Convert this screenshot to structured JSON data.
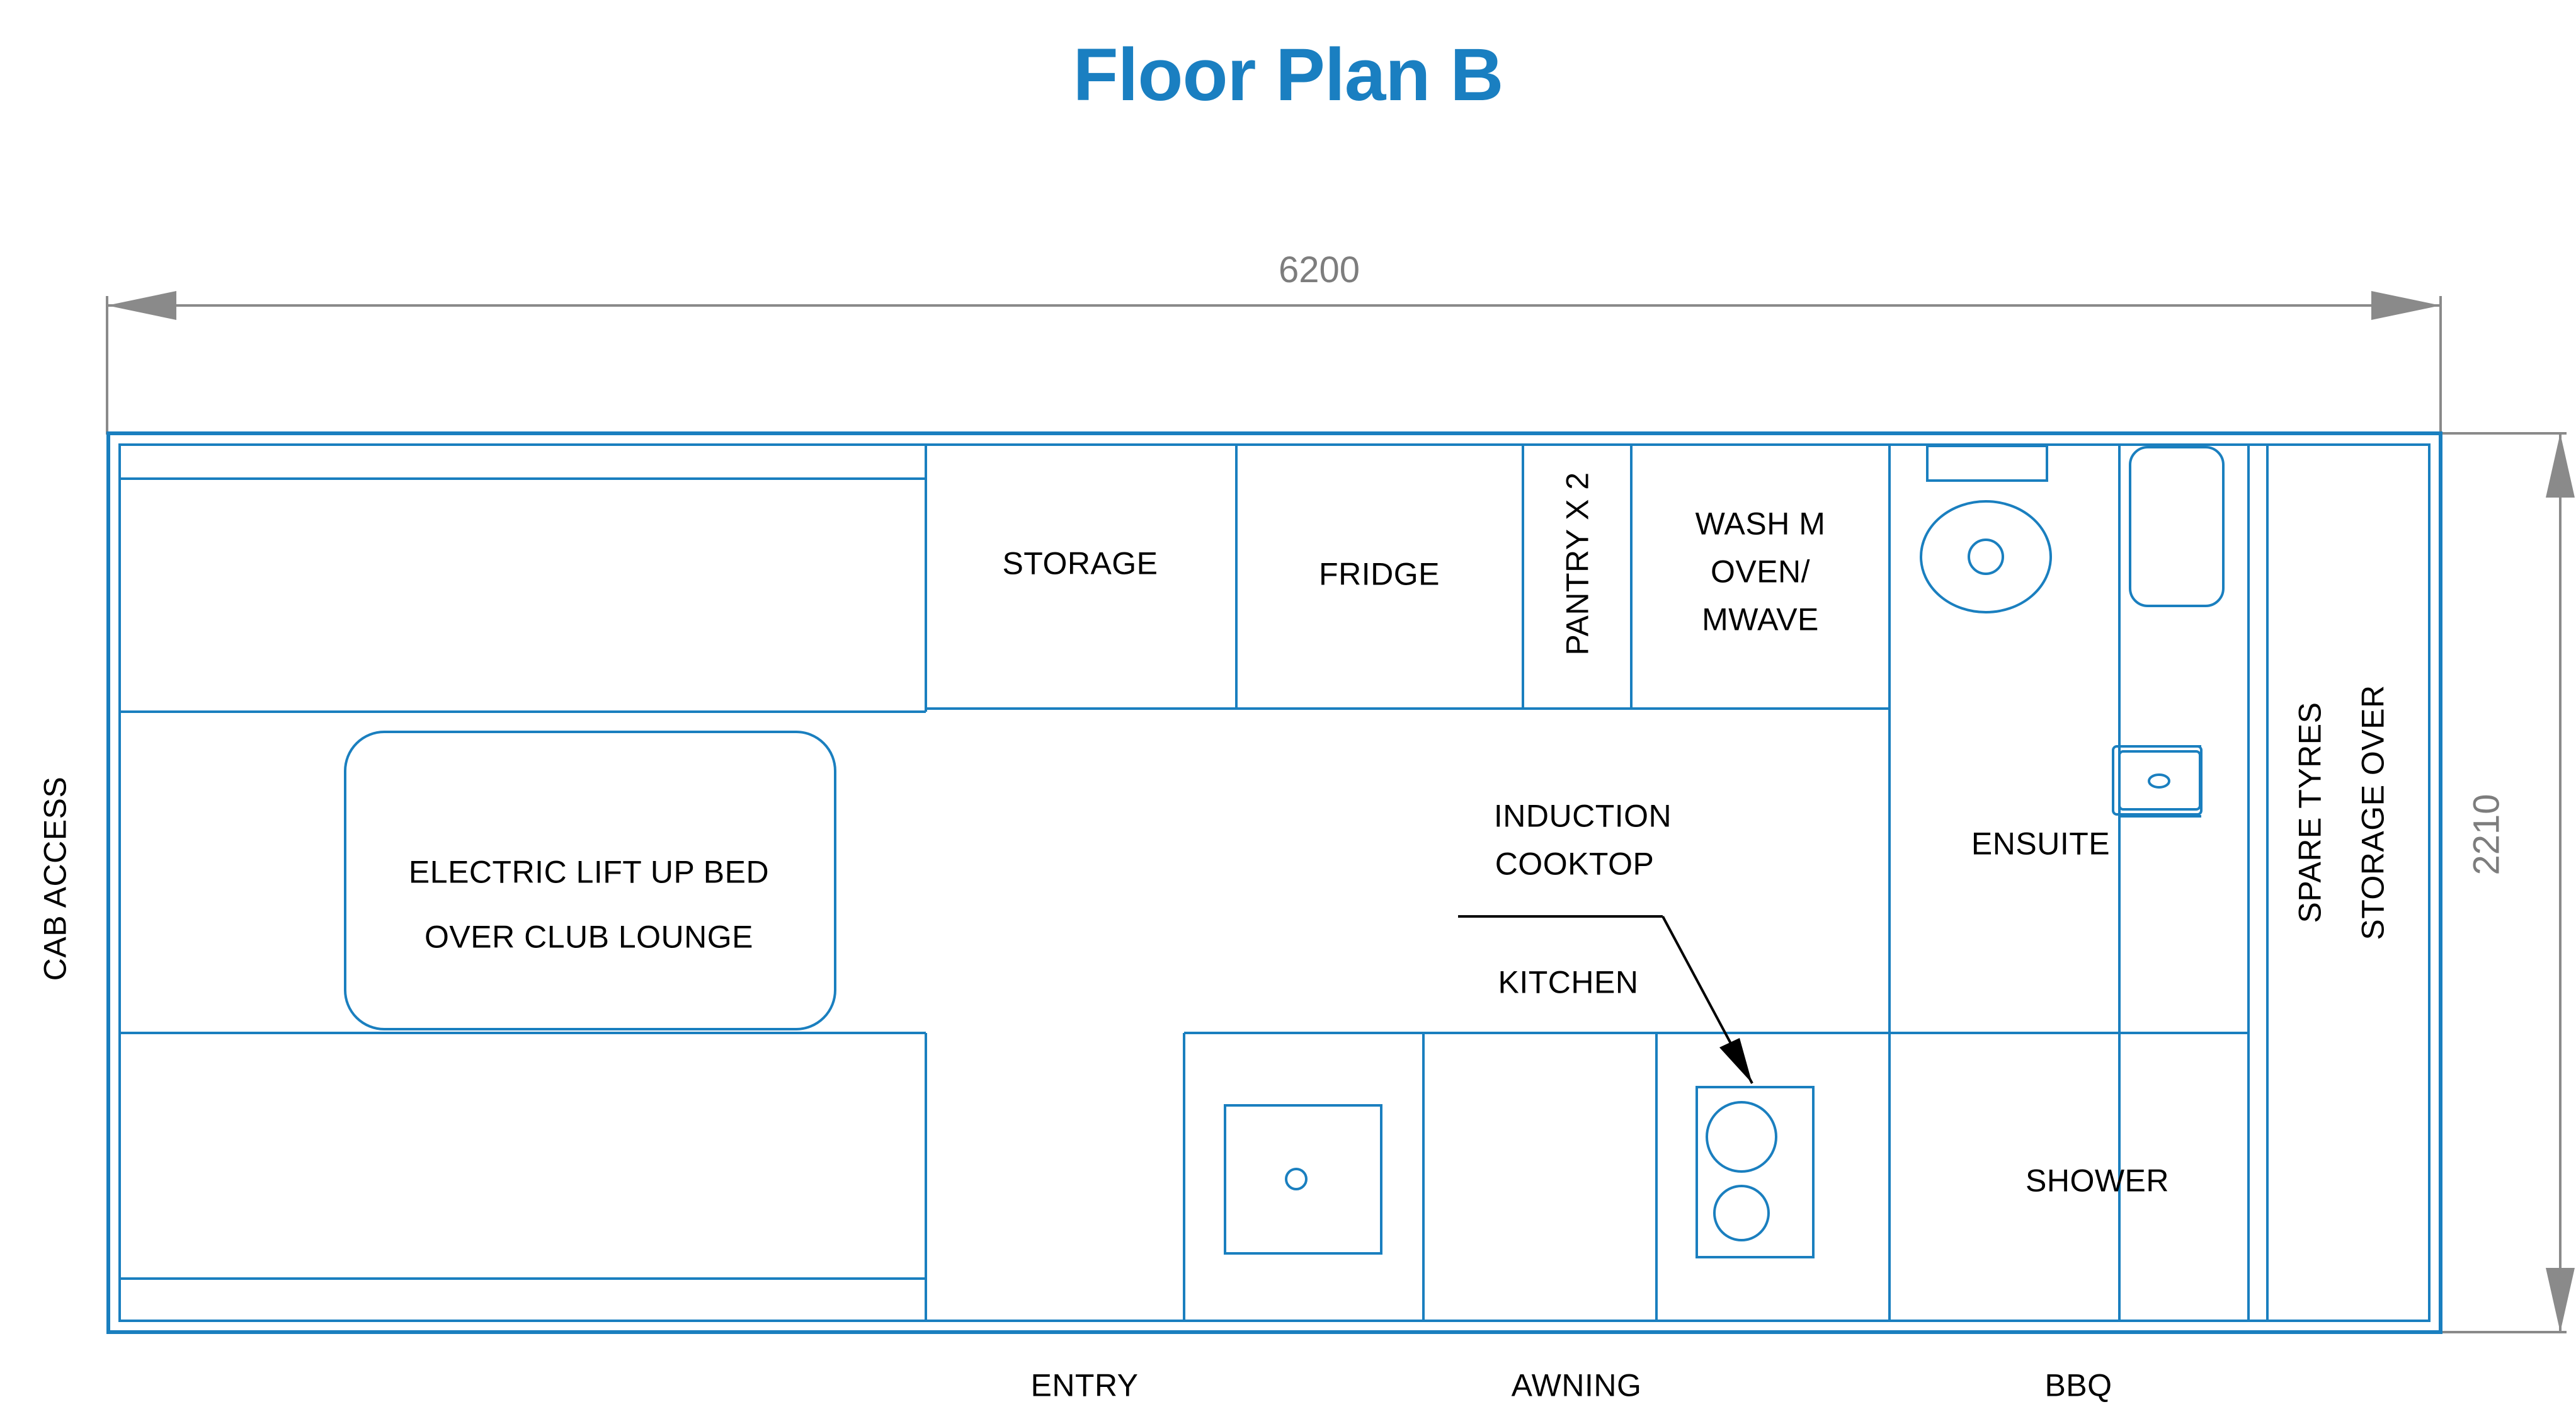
{
  "title": "Floor Plan B",
  "colors": {
    "title_blue": "#1a7fc1",
    "line_blue": "#1a7fbf",
    "dimension_gray": "#7d7d7d",
    "label_black": "#000000"
  },
  "dimensions": {
    "overall_length": "6200",
    "overall_width": "2210"
  },
  "side_labels": {
    "left": "CAB ACCESS",
    "right_line1": "SPARE TYRES",
    "right_line2": "STORAGE OVER"
  },
  "bottom_labels": [
    {
      "name": "entry",
      "text": "ENTRY"
    },
    {
      "name": "awning",
      "text": "AWNING"
    },
    {
      "name": "bbq",
      "text": "BBQ"
    }
  ],
  "rooms": [
    {
      "name": "storage",
      "text": "STORAGE"
    },
    {
      "name": "fridge",
      "text": "FRIDGE"
    },
    {
      "name": "pantry",
      "text": "PANTRY X 2"
    },
    {
      "name": "appliances_l1",
      "text": "WASH M"
    },
    {
      "name": "appliances_l2",
      "text": "OVEN/"
    },
    {
      "name": "appliances_l3",
      "text": "MWAVE"
    },
    {
      "name": "ensuite",
      "text": "ENSUITE"
    },
    {
      "name": "shower",
      "text": "SHOWER"
    },
    {
      "name": "kitchen",
      "text": "KITCHEN"
    },
    {
      "name": "bed_l1",
      "text": "ELECTRIC LIFT UP BED"
    },
    {
      "name": "bed_l2",
      "text": "OVER CLUB LOUNGE"
    }
  ],
  "annotations": [
    {
      "name": "induction-cooktop",
      "line1": "INDUCTION",
      "line2": "COOKTOP"
    }
  ]
}
